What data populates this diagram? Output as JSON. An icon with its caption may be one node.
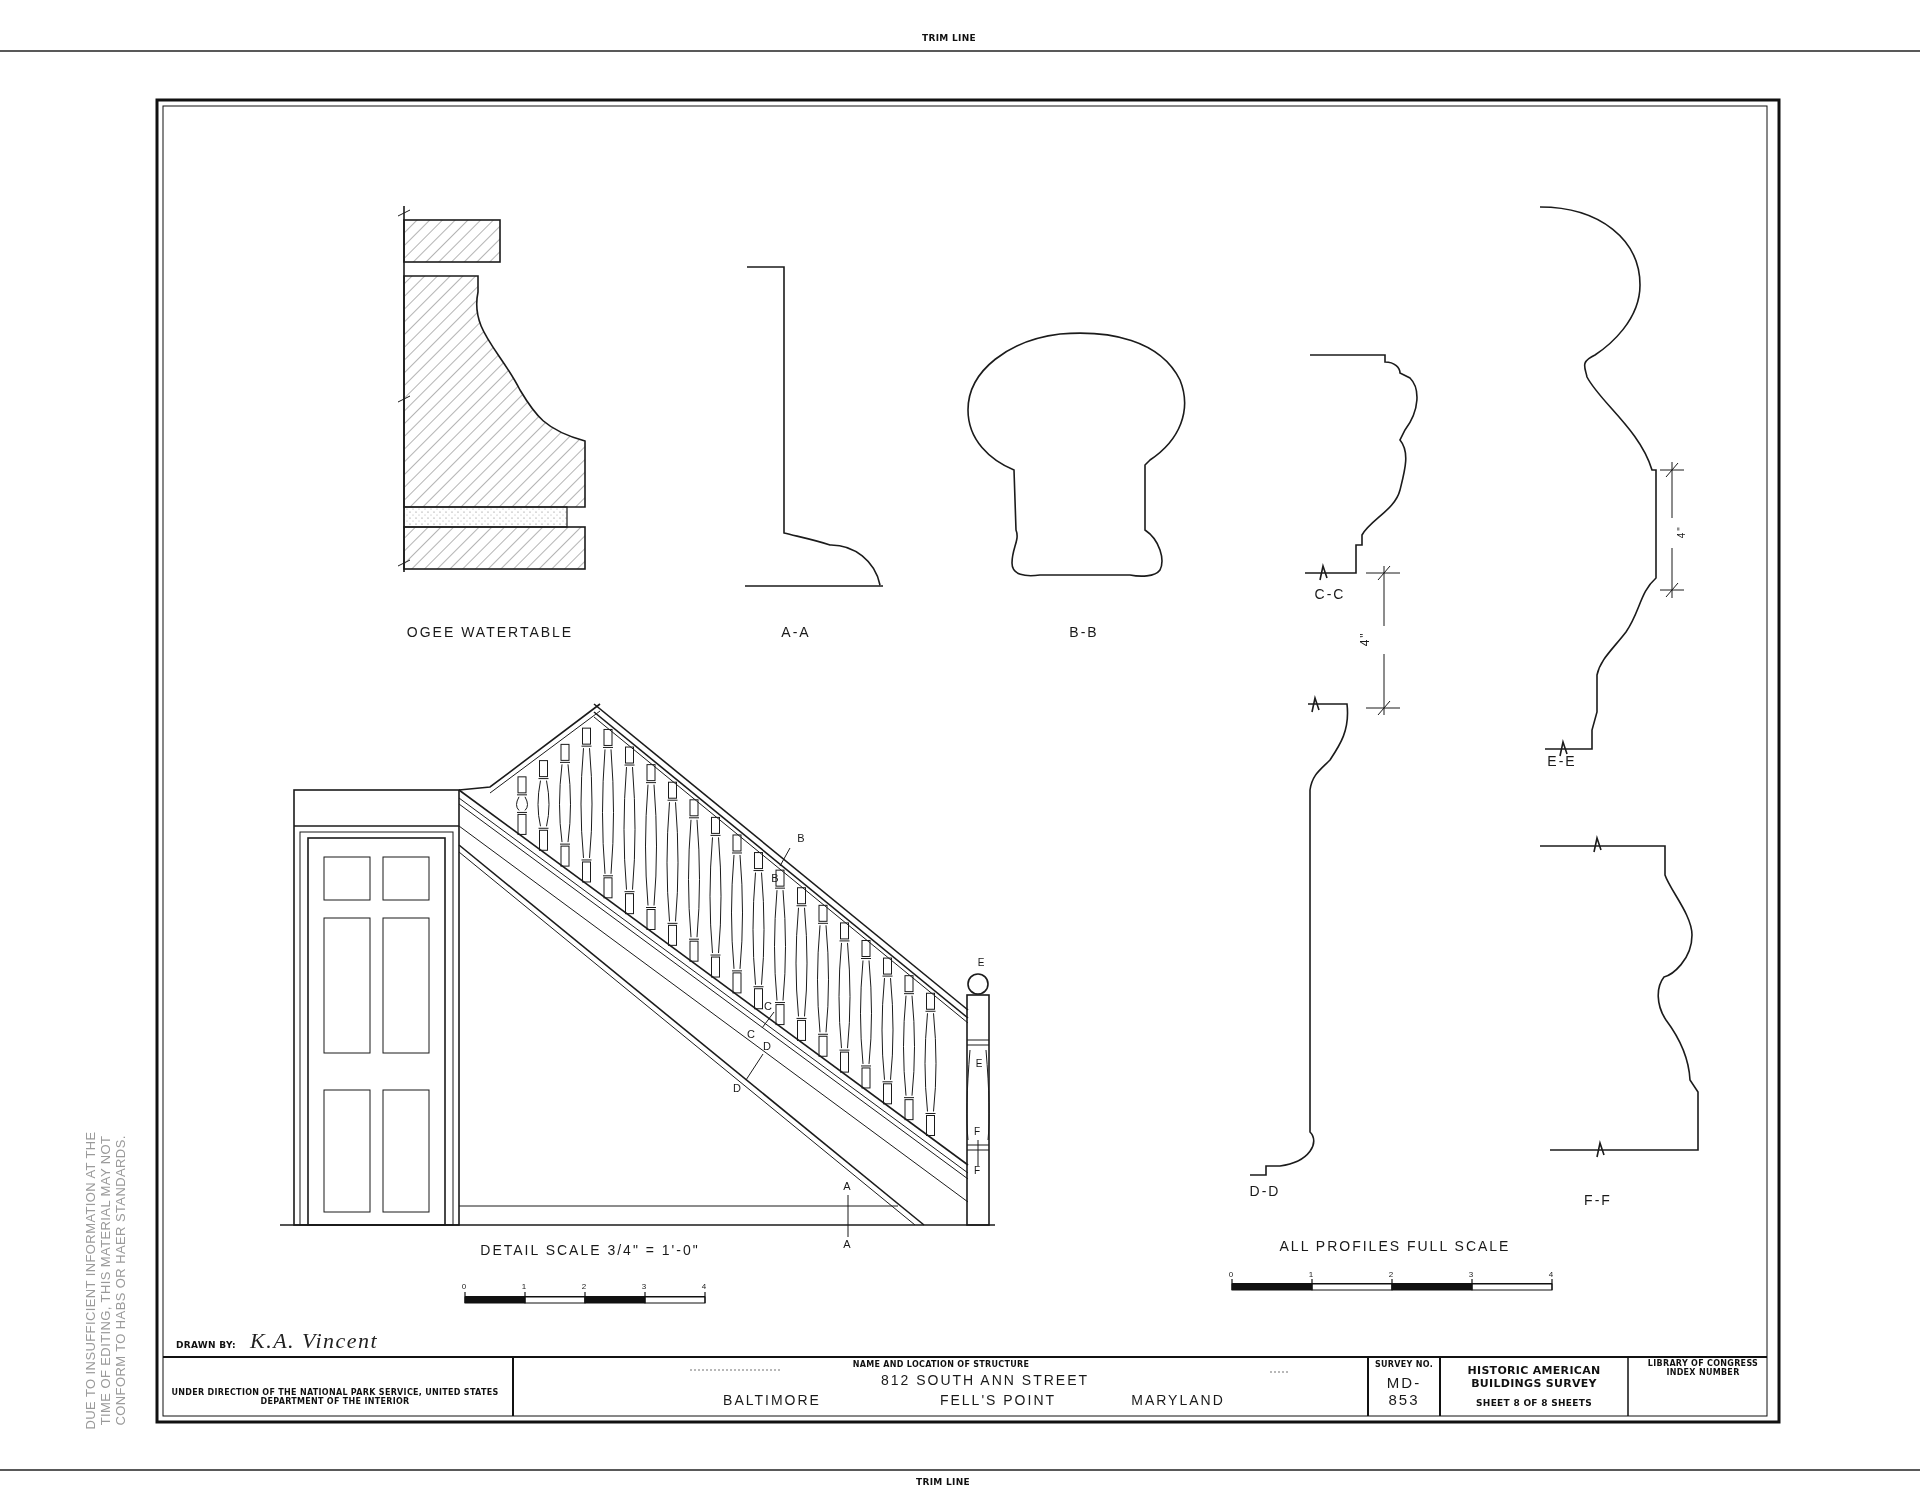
{
  "diagram": {
    "labels": [
      "TRIM LINE",
      "OGEE WATERTABLE",
      "A-A",
      "B-B",
      "C-C",
      "4\"",
      "4\"",
      "E-E",
      "B",
      "B",
      "C",
      "C",
      "D",
      "D",
      "E",
      "E",
      "F",
      "F",
      "A",
      "A",
      "D-D",
      "F-F",
      "DETAIL SCALE 3/4\" = 1'-0\"",
      "ALL PROFILES FULL SCALE",
      "0",
      "1",
      "2",
      "3",
      "4",
      "0",
      "1",
      "2",
      "3",
      "4",
      "DRAWN BY:",
      "K.A. Vincent",
      "NAME AND LOCATION OF STRUCTURE",
      "812 SOUTH ANN STREET",
      "BALTIMORE",
      "FELL'S POINT",
      "MARYLAND",
      "UNDER DIRECTION OF THE NATIONAL PARK SERVICE, UNITED STATES DEPARTMENT OF THE INTERIOR",
      "SURVEY NO.",
      "MD-853",
      "HISTORIC AMERICAN BUILDINGS SURVEY",
      "SHEET 8 OF 8 SHEETS",
      "LIBRARY OF CONGRESS INDEX NUMBER",
      "DUE TO INSUFFICIENT INFORMATION AT THE TIME OF EDITING, THIS MATERIAL MAY NOT CONFORM TO HABS OR HAER STANDARDS.",
      "TRIM LINE"
    ]
  }
}
